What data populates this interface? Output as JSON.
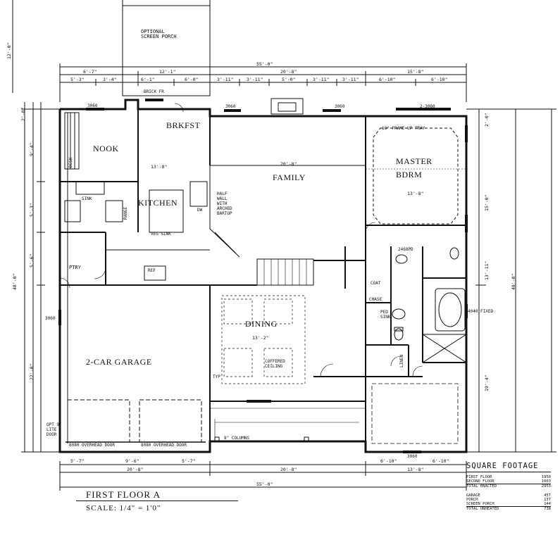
{
  "plan_title": "FIRST FLOOR A",
  "scale": "SCALE:  1/4\" = 1'0\"",
  "rooms": {
    "nook": "NOOK",
    "brkfst": "BRKFST",
    "kitchen": "KITCHEN",
    "family": "FAMILY",
    "master": "MASTER",
    "bdrm": "BDRM",
    "dining": "DINING",
    "garage": "2-CAR GARAGE",
    "ptry": "PTRY",
    "screen_porch": "OPTIONAL\nSCREEN PORCH"
  },
  "labels": {
    "desk": "DESK",
    "sink": "SINK",
    "range": "RANGE",
    "dw": "DW",
    "veg_sink": "VEG SINK",
    "ref": "REF",
    "half_wall": "HALF WALL WITH ARCHED BARTOP",
    "tray": "18\" FRAME UP TRAY",
    "coat": "COAT",
    "chase": "CHASE",
    "ped_sink": "PED SINK",
    "linen": "LINEN",
    "coffered": "COFFERED CEILING",
    "columns": "8\" COLUMNS",
    "overhead1": "8080 OVERHEAD DOOR",
    "overhead2": "8080 OVERHEAD DOOR",
    "opt_door": "OPT 9-LITE DOOR",
    "brick_fr": "BRICK FR",
    "fixed": "4040 FIXED",
    "typ": "TYP"
  },
  "dimensions": {
    "overall_top": "55'-0\"",
    "overall_bottom": "55'-0\"",
    "top_segments": [
      "6'-7\"",
      "12'-1\"",
      "20'-8\"",
      "15'-8\""
    ],
    "top_sub": [
      "5'-3\"",
      "3'-4\"",
      "6'-1\"",
      "6'-0\"",
      "3'-11\"",
      "3'-11\"",
      "5'-0\"",
      "3'-11\"",
      "3'-11\"",
      "6'-10\"",
      "6'-10\""
    ],
    "bottom_segments": [
      "20'-8\"",
      "20'-8\"",
      "13'-8\""
    ],
    "bottom_sub": [
      "5'-7\"",
      "9'-6\"",
      "5'-7\"",
      "6'-10\"",
      "6'-10\""
    ],
    "left_overall": "48'-0\"",
    "right_overall": "48'-0\"",
    "porch_depth": "12'-0\"",
    "family_width": "20'-8\"",
    "kitchen_width": "13'-8\"",
    "master_width": "13'-8\"",
    "dining_width": "13'-2\"",
    "left_vert": [
      "2'-0\"",
      "9'-4\"",
      "5'-3\"",
      "5'-6\"",
      "22'-8\""
    ],
    "right_vert": [
      "2'-0\"",
      "15'-0\"",
      "13'-11\"",
      "19'-4\""
    ]
  },
  "windows": [
    "3060",
    "3060",
    "3060",
    "2-3060",
    "3060",
    "2468PD",
    "3060"
  ],
  "square_footage": {
    "heading": "SQUARE FOOTAGE",
    "rows": [
      {
        "label": "FIRST FLOOR",
        "value": "1950"
      },
      {
        "label": "SECOND FLOOR",
        "value": "1003"
      },
      {
        "label": "TOTAL ENACTED",
        "value": "2953"
      }
    ],
    "rows2": [
      {
        "label": "GARAGE",
        "value": "457"
      },
      {
        "label": "PORCH",
        "value": "137"
      },
      {
        "label": "SCREEN PORCH",
        "value": "144"
      },
      {
        "label": "TOTAL UNHEATED",
        "value": "738"
      }
    ]
  }
}
